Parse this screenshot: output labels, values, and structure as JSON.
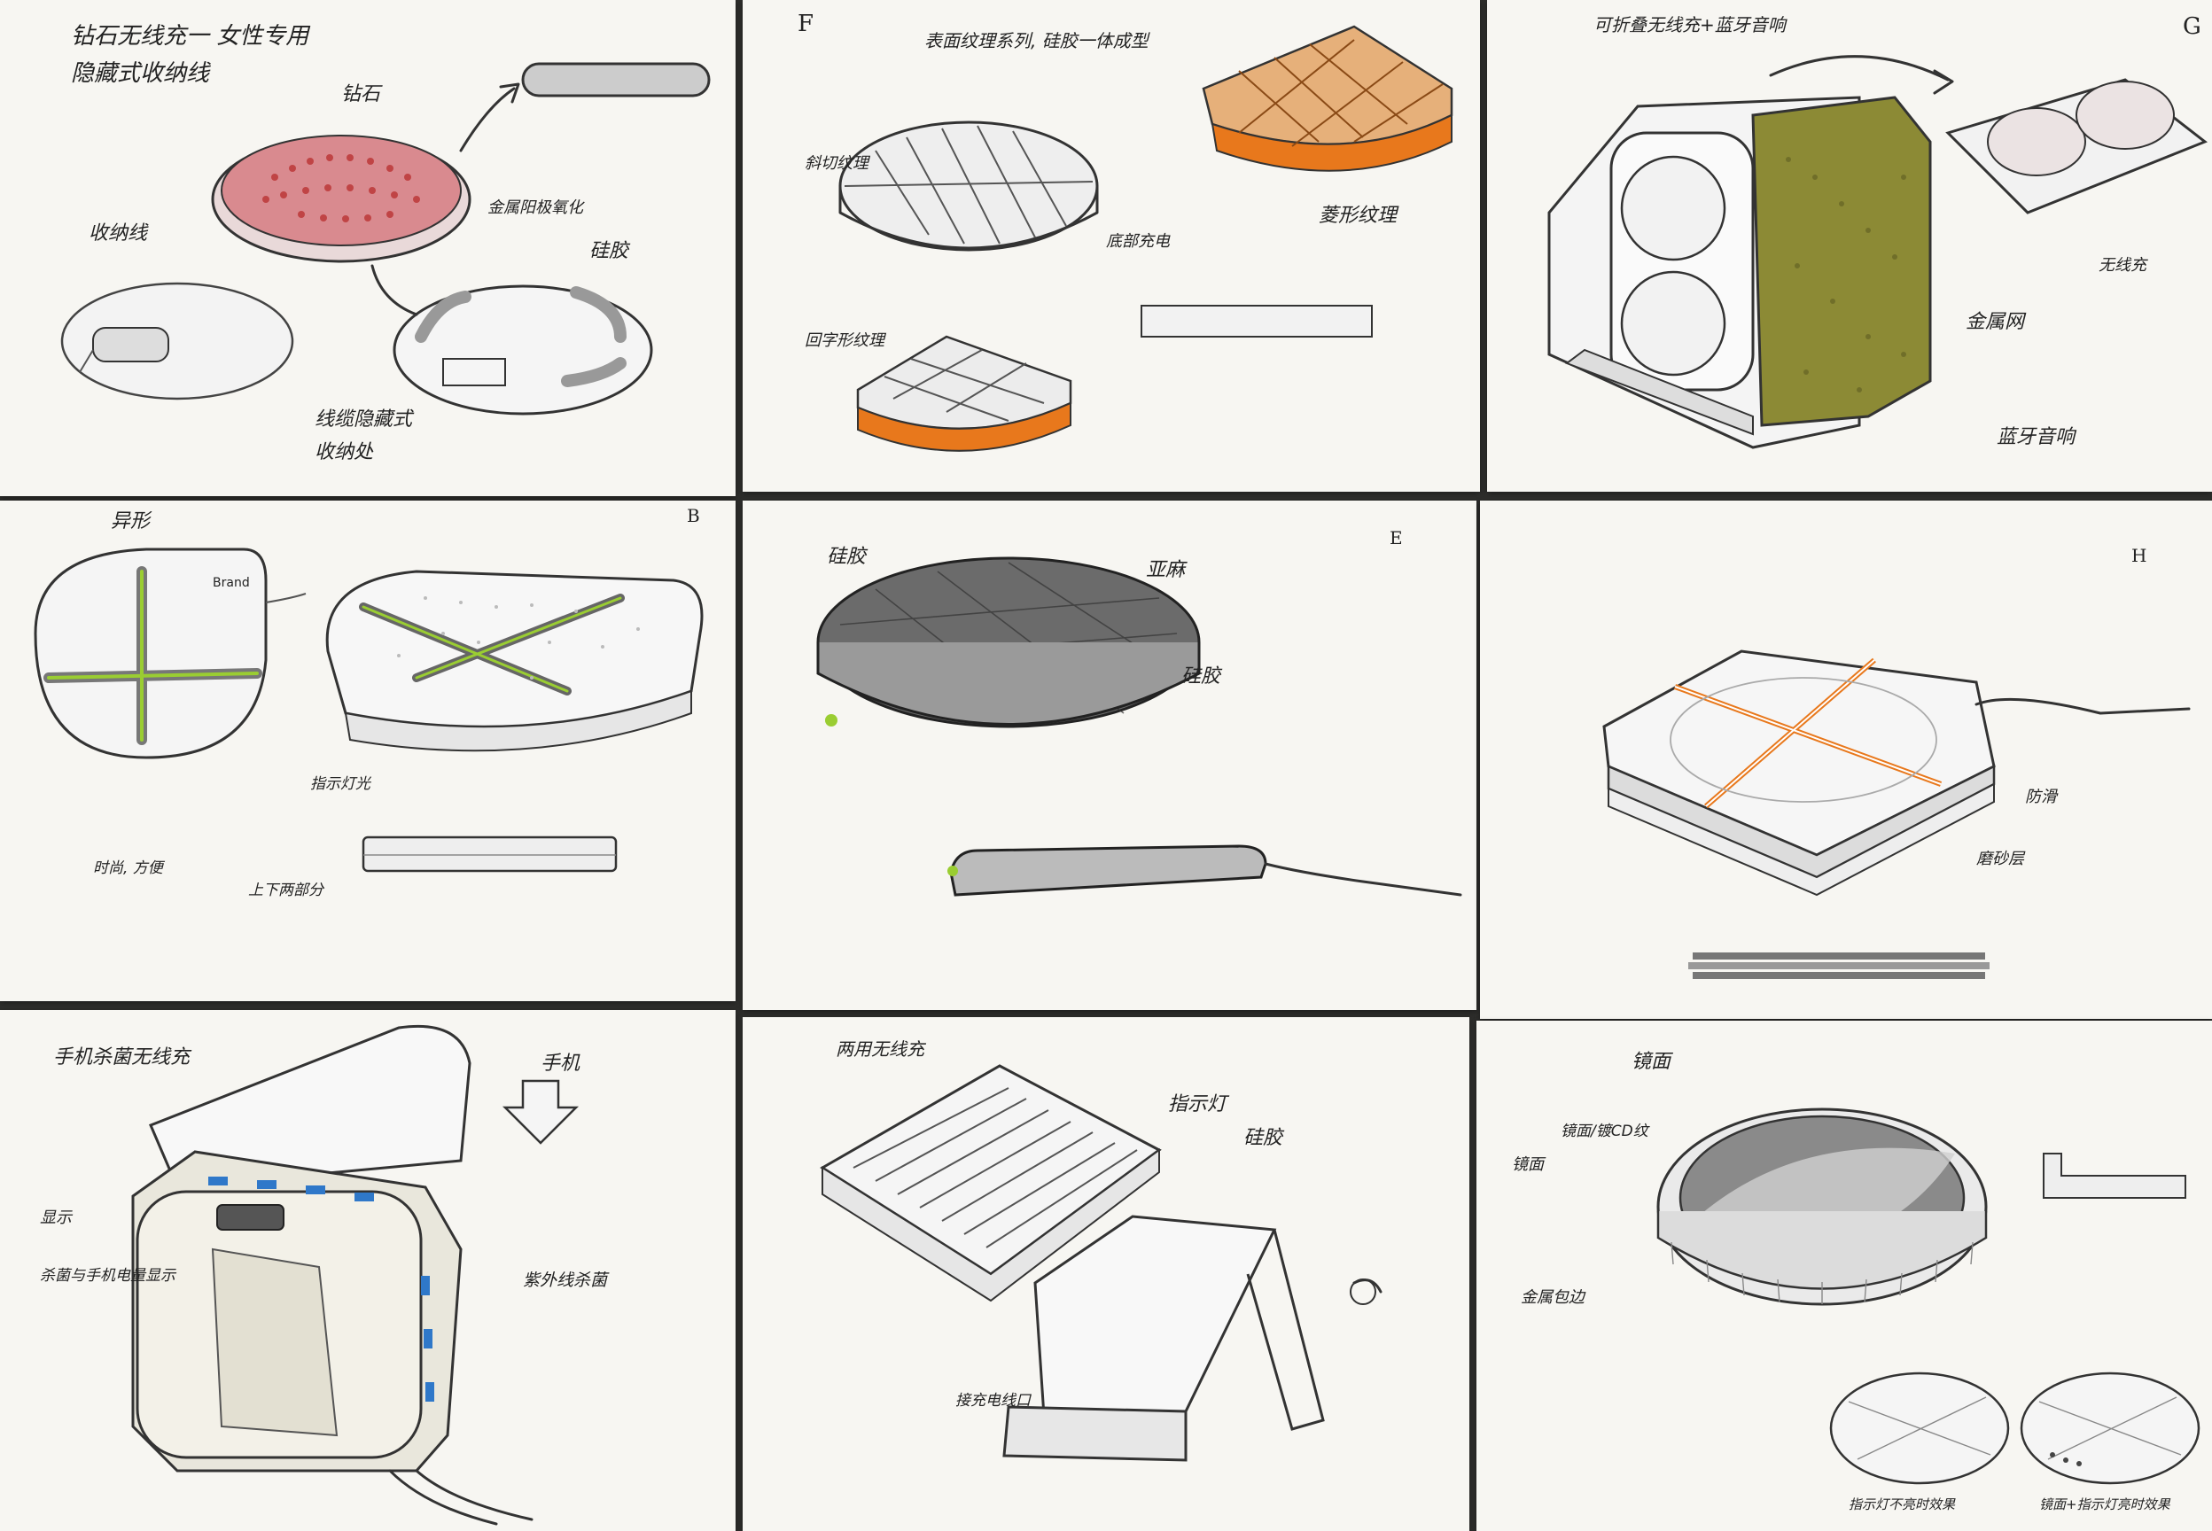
{
  "sheets": [
    {
      "id": "A",
      "letter": "",
      "title_lines": [
        "钻石无线充一 女性专用",
        "隐藏式收纳线"
      ],
      "annotations": [
        "钻石",
        "金属阳极氧化",
        "收纳线",
        "硅胶",
        "线缆隐藏式",
        "收纳处"
      ]
    },
    {
      "id": "F",
      "letter": "F",
      "title_lines": [
        "表面纹理系列, 硅胶一体成型"
      ],
      "annotations": [
        "斜切纹理",
        "底部充电",
        "菱形纹理",
        "回字形纹理"
      ]
    },
    {
      "id": "G",
      "letter": "G",
      "title_lines": [
        "可折叠无线充+蓝牙音响"
      ],
      "annotations": [
        "无线充",
        "金属网",
        "蓝牙音响"
      ]
    },
    {
      "id": "B",
      "letter": "B",
      "title_lines": [
        "异形"
      ],
      "brand": "Brand",
      "annotations": [
        "指示灯光",
        "时尚, 方便",
        "上下两部分"
      ]
    },
    {
      "id": "E",
      "letter": "E",
      "title_lines": [
        "硅胶"
      ],
      "annotations": [
        "亚麻",
        "硅胶"
      ]
    },
    {
      "id": "H",
      "letter": "H",
      "title_lines": [
        ""
      ],
      "annotations": [
        "防滑",
        "磨砂层"
      ]
    },
    {
      "id": "I",
      "letter": "",
      "title_lines": [
        "手机杀菌无线充"
      ],
      "annotations": [
        "手机",
        "显示",
        "杀菌与手机电量显示",
        "紫外线杀菌"
      ]
    },
    {
      "id": "J",
      "letter": "",
      "title_lines": [
        "两用无线充"
      ],
      "annotations": [
        "指示灯",
        "硅胶",
        "接充电线口"
      ]
    },
    {
      "id": "K",
      "letter": "",
      "title_lines": [
        "镜面"
      ],
      "annotations": [
        "镜面/镀CD纹",
        "镜面",
        "金属包边",
        "指示灯不亮时效果",
        "镜面+指示灯亮时效果"
      ]
    }
  ]
}
